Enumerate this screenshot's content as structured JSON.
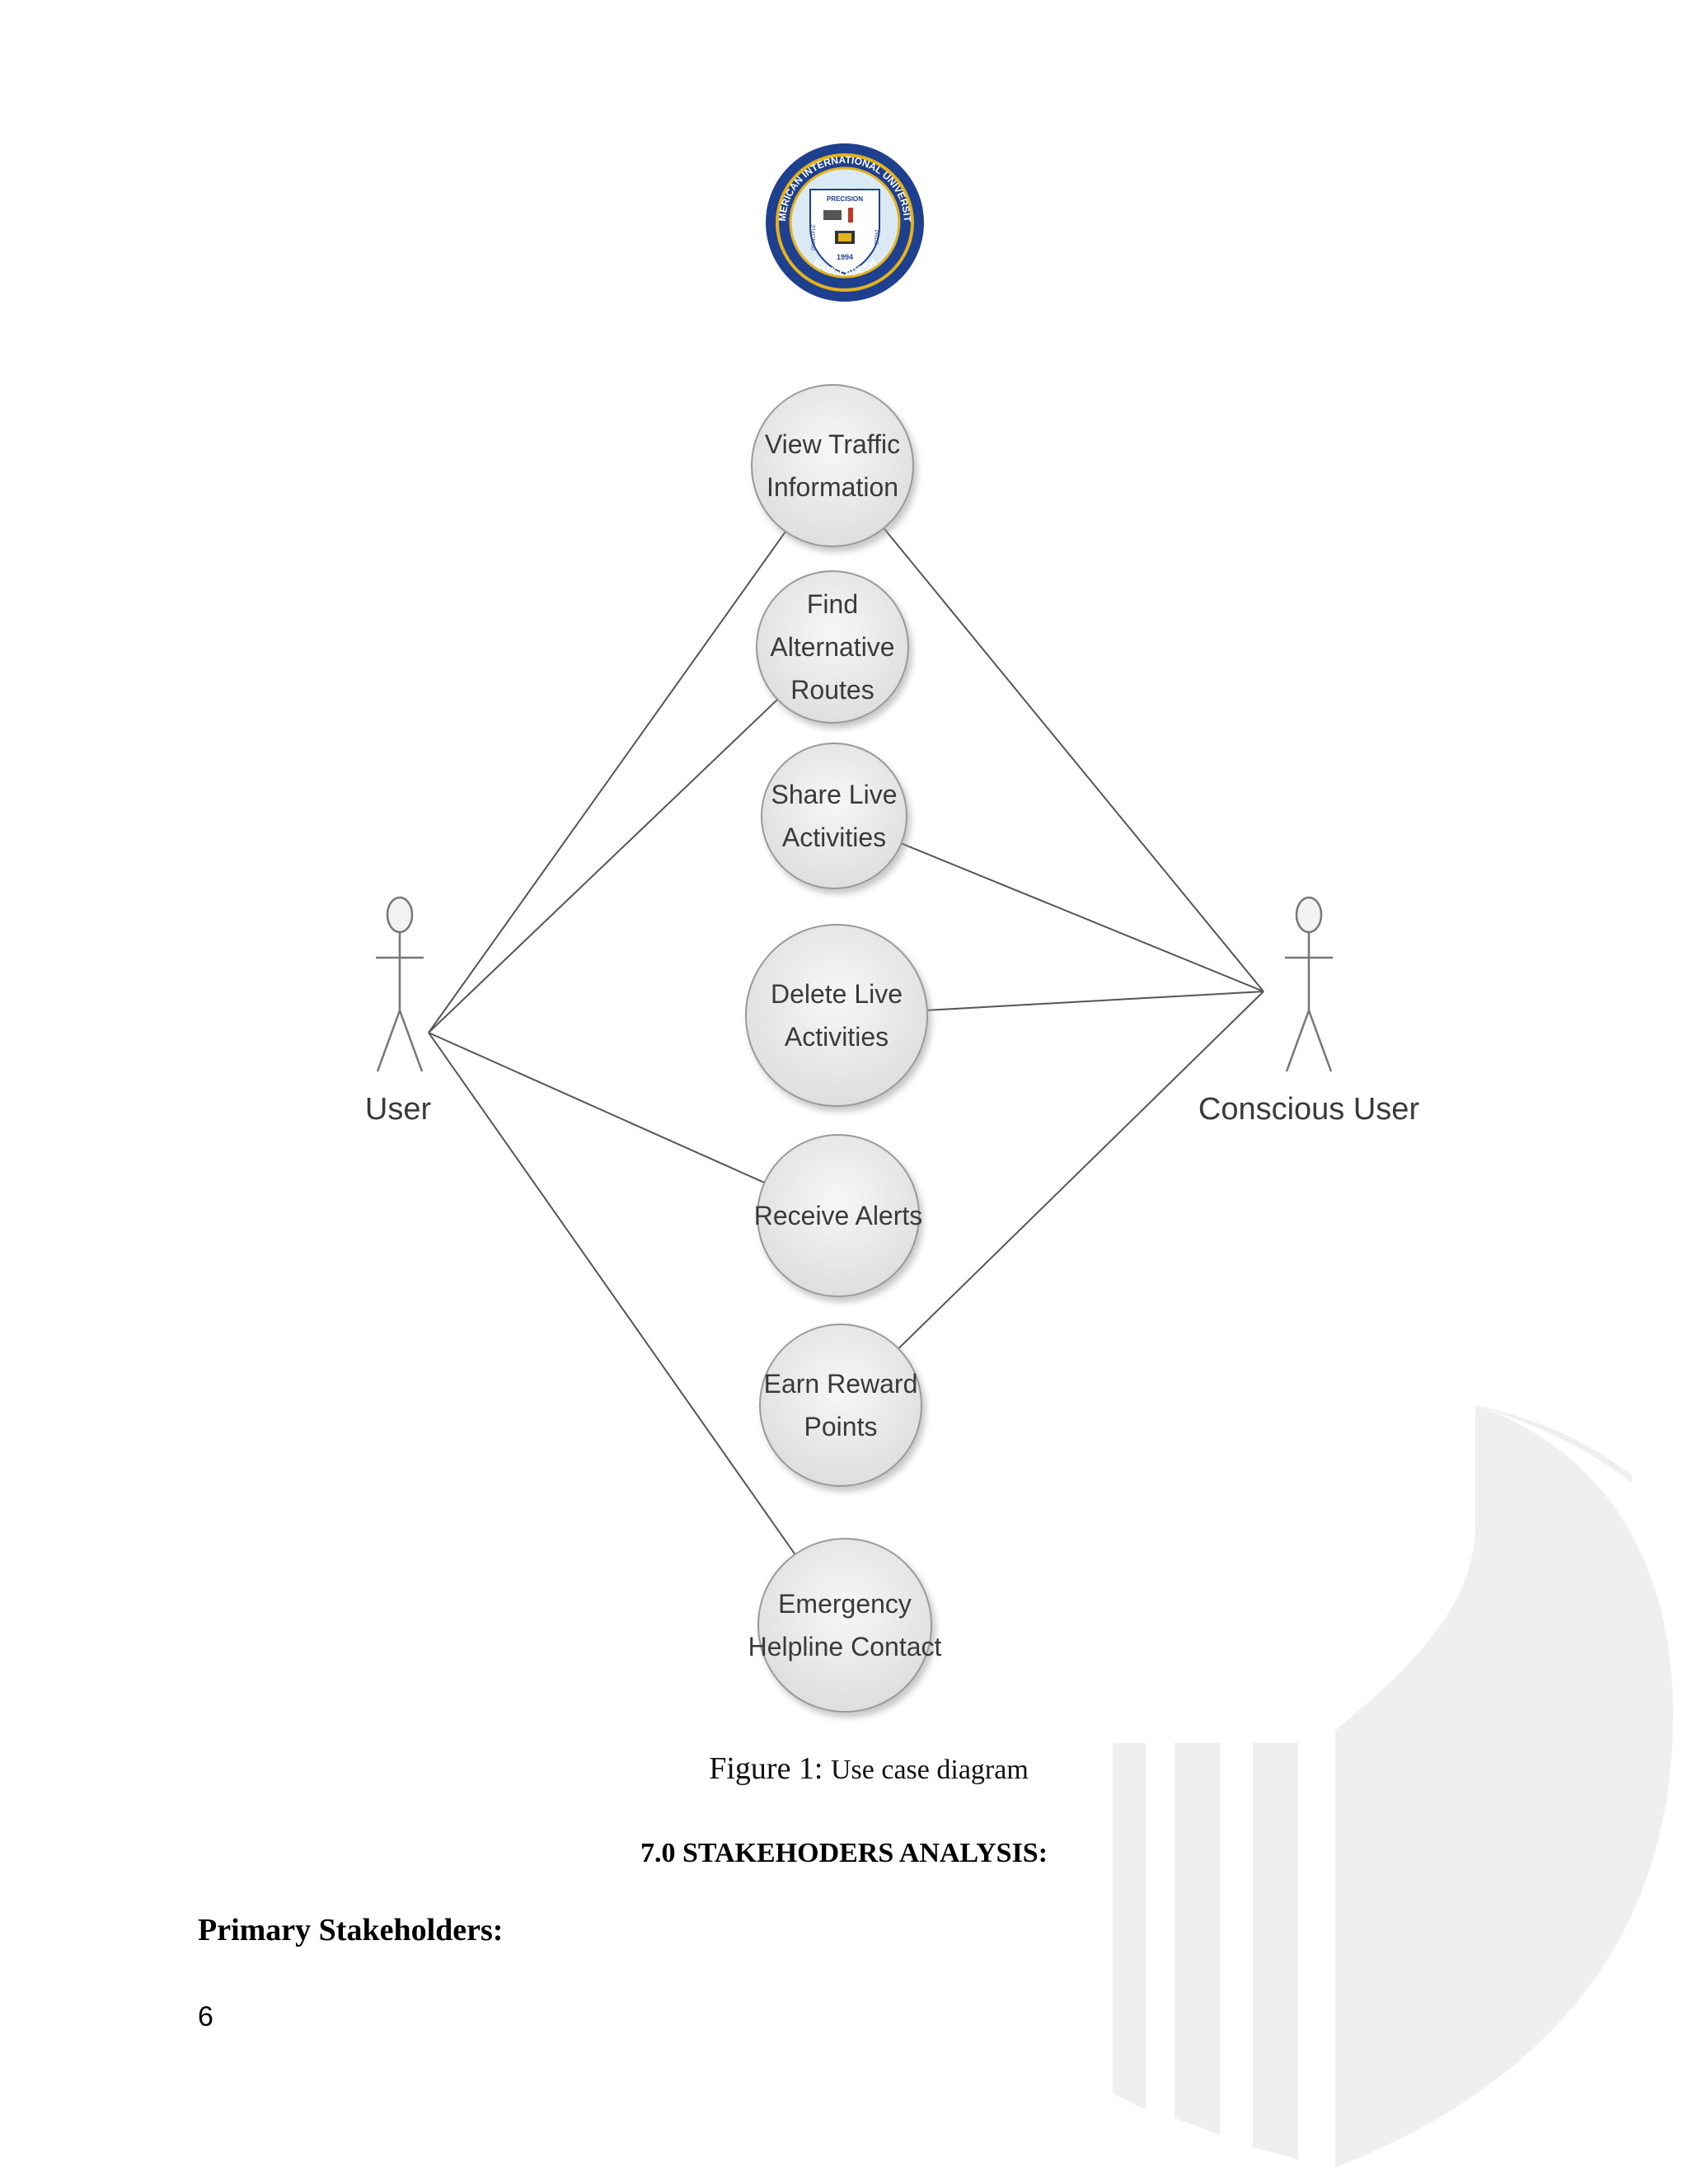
{
  "logo": {
    "ring_top_text": "AMERICAN INTERNATIONAL UNIVERSITY",
    "ring_bottom_text": "BANGLADESH",
    "inner_top": "PRECISION",
    "left_word": "PRINCIPLE",
    "right_word": "PRIDE",
    "year": "1994",
    "colors": {
      "outer": "#1f3f8f",
      "gold": "#e3b31d",
      "inner": "#dbe9f5"
    }
  },
  "diagram": {
    "actors": {
      "left": "User",
      "right": "Conscious User"
    },
    "use_cases": [
      {
        "id": "view-traffic",
        "lines": [
          "View Traffic",
          "Information"
        ]
      },
      {
        "id": "find-routes",
        "lines": [
          "Find",
          "Alternative",
          "Routes"
        ]
      },
      {
        "id": "share-live",
        "lines": [
          "Share Live",
          "Activities"
        ]
      },
      {
        "id": "delete-live",
        "lines": [
          "Delete Live",
          "Activities"
        ]
      },
      {
        "id": "receive-alerts",
        "lines": [
          "Receive Alerts"
        ]
      },
      {
        "id": "earn-reward",
        "lines": [
          "Earn Reward",
          "Points"
        ]
      },
      {
        "id": "emergency",
        "lines": [
          "Emergency",
          "Helpline Contact"
        ]
      }
    ],
    "associations": {
      "left": [
        "view-traffic",
        "find-routes",
        "receive-alerts",
        "emergency"
      ],
      "right": [
        "view-traffic",
        "share-live",
        "delete-live",
        "earn-reward"
      ]
    }
  },
  "caption": {
    "prefix": "Figure 1:",
    "text": "Use case diagram"
  },
  "section_heading": "7.0 STAKEHODERS ANALYSIS:",
  "subheading": "Primary Stakeholders:",
  "page_number": "6"
}
